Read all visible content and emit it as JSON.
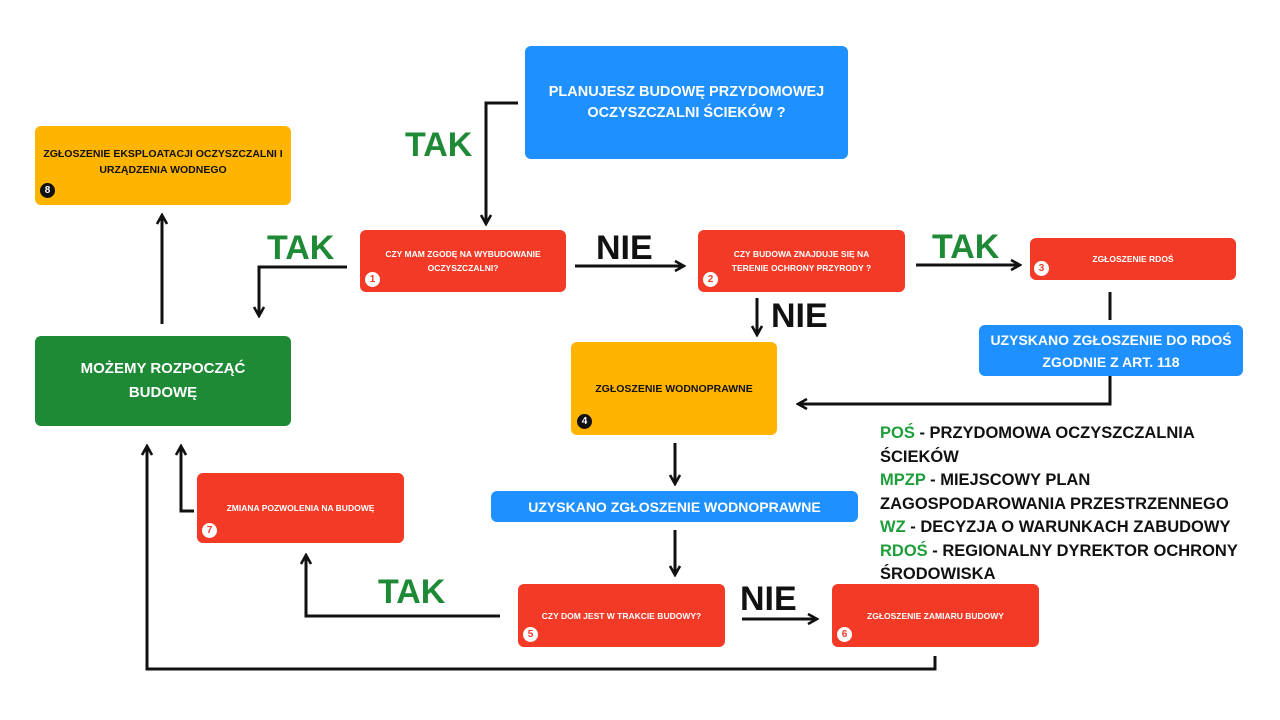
{
  "nodes": {
    "start": {
      "text": "Planujesz budowę przydomowej oczyszczalni ścieków ?"
    },
    "q1": {
      "text": "Czy mam zgodę na wybudowanie oczyszczalni?",
      "num": "1"
    },
    "q2": {
      "text": "Czy budowa znajduje się na terenie ochrony przyrody ?",
      "num": "2"
    },
    "n3": {
      "text": "Zgłoszenie RDOŚ",
      "num": "3"
    },
    "n4": {
      "text": "Zgłoszenie wodnoprawne",
      "num": "4"
    },
    "q5": {
      "text": "Czy dom jest w trakcie budowy?",
      "num": "5"
    },
    "n6": {
      "text": "Zgłoszenie zamiaru budowy",
      "num": "6"
    },
    "n7": {
      "text": "Zmiana pozwolenia na budowę",
      "num": "7"
    },
    "n8": {
      "text": "Zgłoszenie eksploatacji oczyszczalni i urządzenia wodnego",
      "num": "8"
    },
    "start_build": {
      "text": "Możemy rozpocząć budowę"
    },
    "rdos_ok": {
      "text": "Uzyskano zgłoszenie do RDOŚ zgodnie z art. 118"
    },
    "water_ok": {
      "text": "Uzyskano zgłoszenie wodnoprawne"
    }
  },
  "labels": {
    "tak": "TAK",
    "nie": "NIE"
  },
  "legend": [
    {
      "abbr": "POŚ",
      "text": " - Przydomowa oczyszczalnia ścieków"
    },
    {
      "abbr": "MPZP",
      "text": " - Miejscowy plan zagospodarowania przestrzennego"
    },
    {
      "abbr": "WZ",
      "text": " - Decyzja o warunkach zabudowy"
    },
    {
      "abbr": "RDOŚ",
      "text": " - Regionalny Dyrektor Ochrony Środowiska"
    }
  ],
  "colors": {
    "blue": "#1e90ff",
    "red": "#f33a26",
    "yellow": "#ffb400",
    "green": "#1e8a36",
    "label_green": "#1e8a36",
    "arrow": "#111111"
  }
}
